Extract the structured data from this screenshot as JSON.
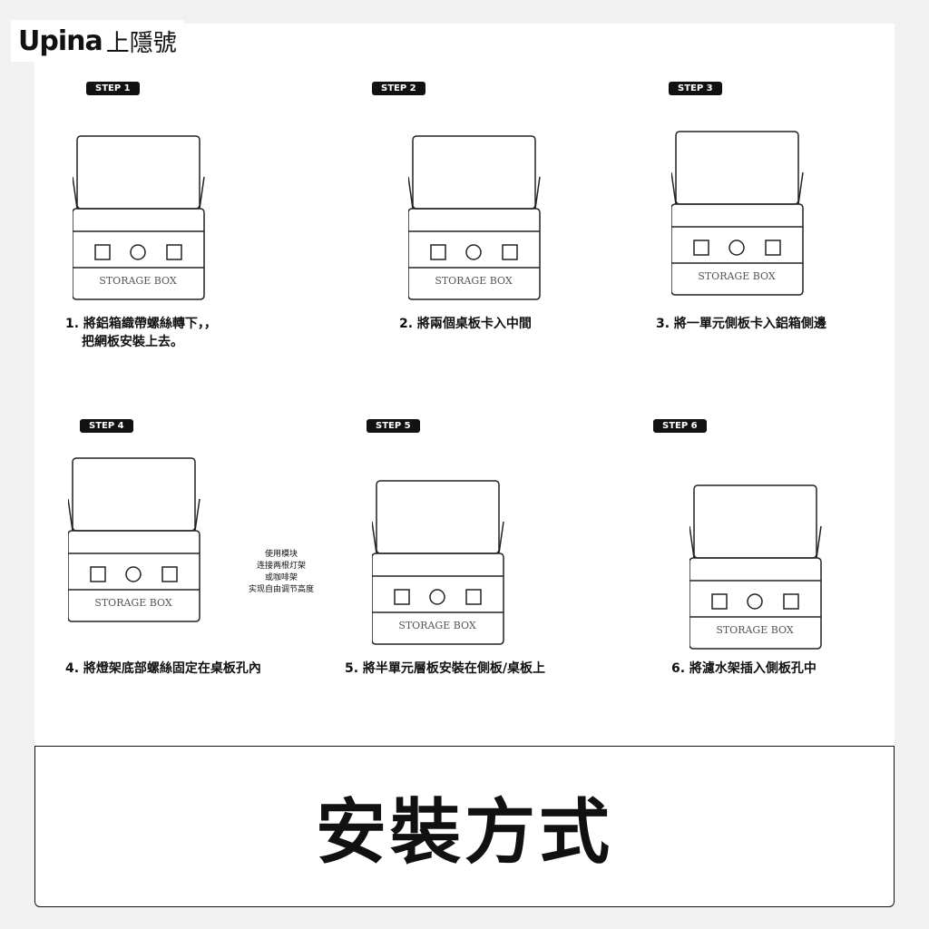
{
  "logo": {
    "brand": "Upina",
    "chinese": "上隱號"
  },
  "steps": [
    {
      "badge": "STEP 1",
      "caption_lines": [
        "1. 將鋁箱織帶螺絲轉下，，",
        "把網板安裝上去。"
      ]
    },
    {
      "badge": "STEP 2",
      "caption_lines": [
        "2. 將兩個桌板卡入中間"
      ]
    },
    {
      "badge": "STEP 3",
      "caption_lines": [
        "3. 將一單元側板卡入鋁箱側邊"
      ]
    },
    {
      "badge": "STEP 4",
      "caption_lines": [
        "4. 將燈架底部螺絲固定在桌板孔內"
      ]
    },
    {
      "badge": "STEP 5",
      "caption_lines": [
        "5. 將半單元層板安裝在側板/桌板上"
      ]
    },
    {
      "badge": "STEP 6",
      "caption_lines": [
        "6. 將濾水架插入側板孔中"
      ]
    }
  ],
  "box_label": "STORAGE BOX",
  "module_note": [
    "使用模块",
    "连接两根灯架",
    "或咖啡架",
    "实现自由调节高度"
  ],
  "title": "安裝方式"
}
